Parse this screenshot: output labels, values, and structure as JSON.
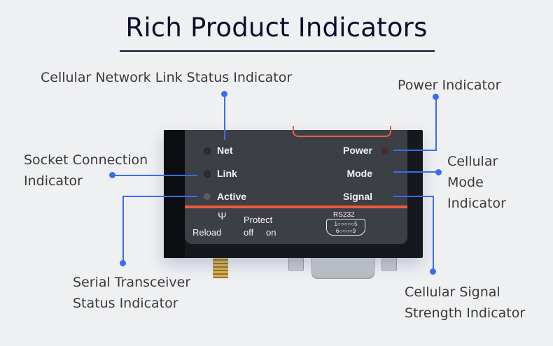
{
  "header": {
    "title": "Rich Product Indicators"
  },
  "callouts": {
    "net": "Cellular Network Link Status Indicator",
    "link_line1": "Socket Connection",
    "link_line2": "Indicator",
    "active_line1": "Serial Transceiver",
    "active_line2": "Status Indicator",
    "power": "Power Indicator",
    "mode_line1": "Cellular",
    "mode_line2": "Mode",
    "mode_line3": "Indicator",
    "signal_line1": "Cellular Signal",
    "signal_line2": "Strength Indicator"
  },
  "device": {
    "left_leds": [
      {
        "label": "Net",
        "state": "off"
      },
      {
        "label": "Link",
        "state": "off"
      },
      {
        "label": "Active",
        "state": "dim"
      }
    ],
    "right_leds": [
      {
        "label": "Power",
        "state": "dim-red"
      },
      {
        "label": "Mode",
        "state": "dim-green"
      },
      {
        "label": "Signal",
        "state": "dim-green"
      }
    ],
    "reload_label": "Reload",
    "protect_label": "Protect",
    "off_label": "off",
    "on_label": "on",
    "port_label": "RS232",
    "pin_row1": "1○○○○○5",
    "pin_row2": "6○○○○9"
  },
  "colors": {
    "accent": "#3a6cf0",
    "title": "#0b0f2e",
    "panel_stripe": "#ee5a3a"
  }
}
